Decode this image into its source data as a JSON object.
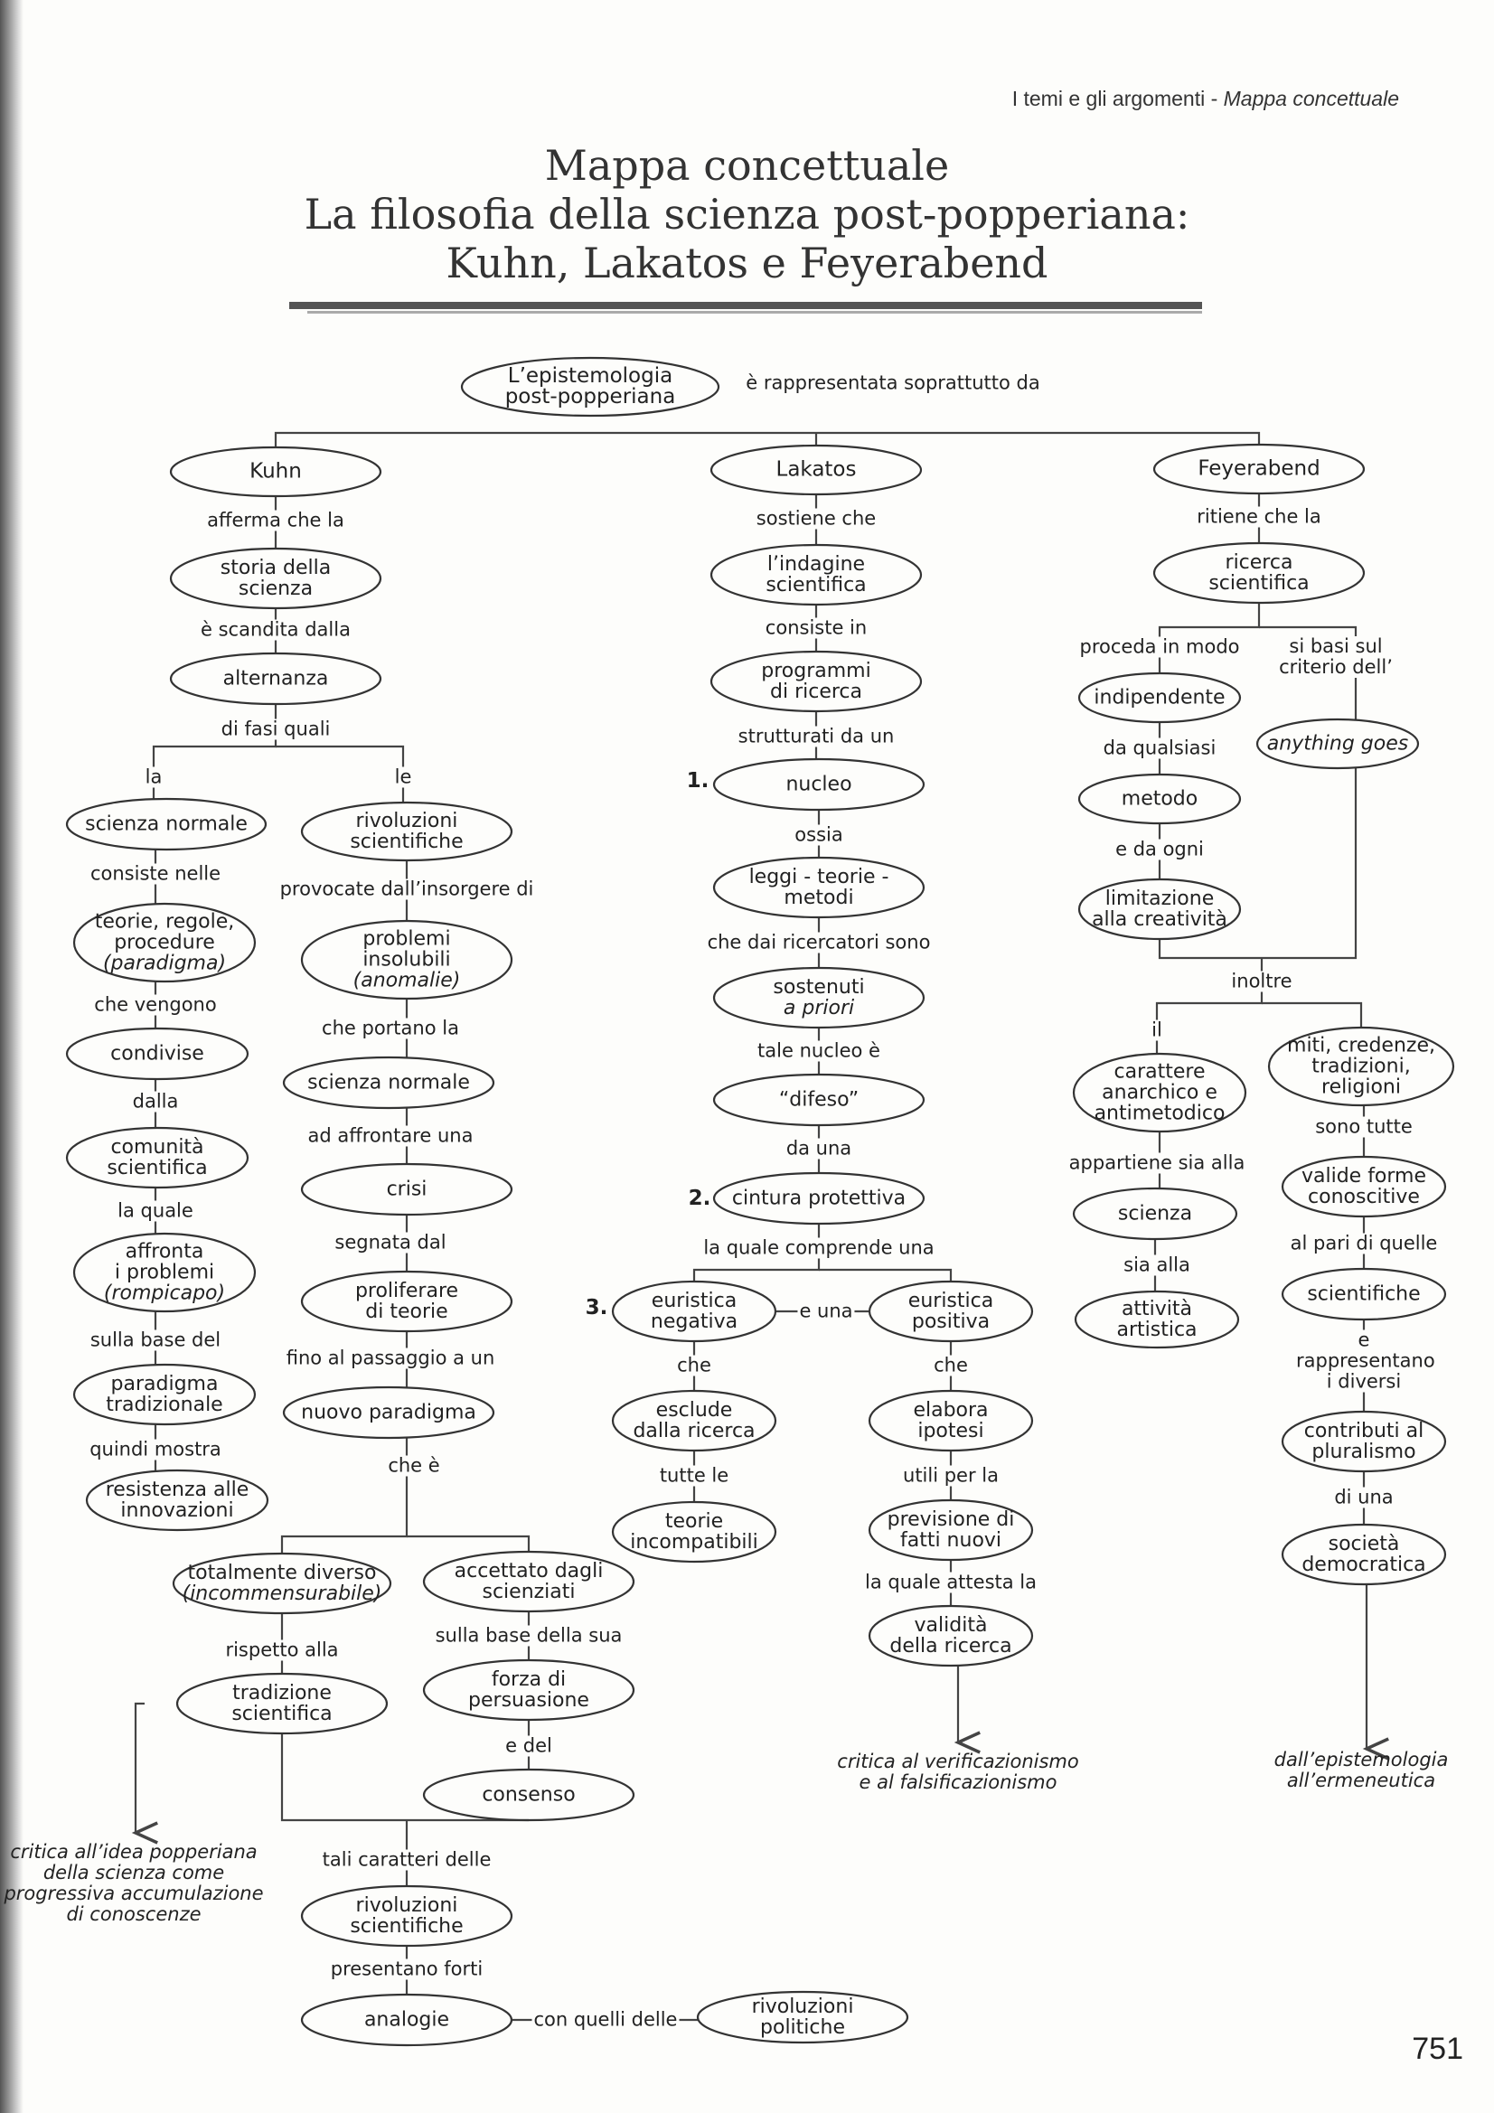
{
  "header": {
    "prefix": "I temi e gli argomenti - ",
    "section": "Mappa concettuale"
  },
  "title": {
    "line1": "Mappa concettuale",
    "line2": "La filosofia della scienza post-popperiana:",
    "line3": "Kuhn, Lakatos e Feyerabend"
  },
  "page_number": "751",
  "nodes": {
    "root": [
      "L’epistemologia",
      "post-popperiana"
    ],
    "kuhn": [
      "Kuhn"
    ],
    "lakatos": [
      "Lakatos"
    ],
    "feyerabend": [
      "Feyerabend"
    ],
    "storia": [
      "storia della",
      "scienza"
    ],
    "alternanza": [
      "alternanza"
    ],
    "scienza_normale": [
      "scienza normale"
    ],
    "rivoluzioni": [
      "rivoluzioni",
      "scientifiche"
    ],
    "teorie_regole": [
      "teorie, regole,",
      "procedure",
      "(paradigma)"
    ],
    "condivise": [
      "condivise"
    ],
    "comunita": [
      "comunità",
      "scientifica"
    ],
    "affronta": [
      "affronta",
      "i problemi",
      "(rompicapo)"
    ],
    "paradigma_trad": [
      "paradigma",
      "tradizionale"
    ],
    "resistenza": [
      "resistenza alle",
      "innovazioni"
    ],
    "problemi": [
      "problemi",
      "insolubili",
      "(anomalie)"
    ],
    "scienza_normale2": [
      "scienza normale"
    ],
    "crisi": [
      "crisi"
    ],
    "proliferare": [
      "proliferare",
      "di teorie"
    ],
    "nuovo_paradigma": [
      "nuovo paradigma"
    ],
    "totalmente": [
      "totalmente diverso",
      "(incommensurabile)"
    ],
    "accettato": [
      "accettato dagli",
      "scienziati"
    ],
    "tradizione": [
      "tradizione",
      "scientifica"
    ],
    "forza": [
      "forza di",
      "persuasione"
    ],
    "consenso": [
      "consenso"
    ],
    "rivoluzioni2": [
      "rivoluzioni",
      "scientifiche"
    ],
    "analogie": [
      "analogie"
    ],
    "rivoluzioni_pol": [
      "rivoluzioni",
      "politiche"
    ],
    "indagine": [
      "l’indagine",
      "scientifica"
    ],
    "programmi": [
      "programmi",
      "di ricerca"
    ],
    "nucleo": [
      "nucleo"
    ],
    "leggi": [
      "leggi - teorie -",
      "metodi"
    ],
    "sostenuti": [
      "sostenuti",
      "a priori"
    ],
    "difeso": [
      "“difeso”"
    ],
    "cintura": [
      "cintura protettiva"
    ],
    "euristica_neg": [
      "euristica",
      "negativa"
    ],
    "euristica_pos": [
      "euristica",
      "positiva"
    ],
    "esclude": [
      "esclude",
      "dalla ricerca"
    ],
    "teorie_inc": [
      "teorie",
      "incompatibili"
    ],
    "elabora": [
      "elabora",
      "ipotesi"
    ],
    "previsione": [
      "previsione di",
      "fatti nuovi"
    ],
    "validita": [
      "validità",
      "della ricerca"
    ],
    "ricerca_sci": [
      "ricerca",
      "scientifica"
    ],
    "indipendente": [
      "indipendente"
    ],
    "anything": [
      "anything goes"
    ],
    "metodo": [
      "metodo"
    ],
    "limitazione": [
      "limitazione",
      "alla creatività"
    ],
    "carattere": [
      "carattere",
      "anarchico e",
      "antimetodico"
    ],
    "miti": [
      "miti, credenze,",
      "tradizioni,",
      "religioni"
    ],
    "scienza_f": [
      "scienza"
    ],
    "attivita": [
      "attività",
      "artistica"
    ],
    "valide": [
      "valide forme",
      "conoscitive"
    ],
    "scientifiche_f": [
      "scientifiche"
    ],
    "contributi": [
      "contributi al",
      "pluralismo"
    ],
    "societa": [
      "società",
      "democratica"
    ]
  },
  "labels": {
    "root_rel": "è rappresentata soprattutto da",
    "kuhn_1": "afferma che la",
    "kuhn_2": "è scandita dalla",
    "kuhn_3": "di fasi quali",
    "kuhn_la": "la",
    "kuhn_le": "le",
    "kuhn_4": "consiste nelle",
    "kuhn_5": "che vengono",
    "kuhn_6": "dalla",
    "kuhn_7": "la quale",
    "kuhn_8": "sulla base del",
    "kuhn_9": "quindi mostra",
    "kuhn_10": "provocate dall’insorgere di",
    "kuhn_11": "che portano la",
    "kuhn_12": "ad affrontare una",
    "kuhn_13": "segnata dal",
    "kuhn_14": "fino al passaggio a un",
    "kuhn_15": "che è",
    "kuhn_16": "rispetto alla",
    "kuhn_17": "sulla base della sua",
    "kuhn_18": "e del",
    "kuhn_19": "tali caratteri delle",
    "kuhn_20": "presentano forti",
    "kuhn_21": "con quelli delle",
    "lak_1": "sostiene che",
    "lak_2": "consiste in",
    "lak_3": "strutturati da un",
    "lak_4": "ossia",
    "lak_5": "che dai ricercatori sono",
    "lak_6": "tale nucleo è",
    "lak_7": "da una",
    "lak_8": "la quale comprende una",
    "lak_9": "e una",
    "lak_10": "che",
    "lak_11": "tutte le",
    "lak_12": "che",
    "lak_13": "utili per la",
    "lak_14": "la quale attesta la",
    "fey_1": "ritiene che la",
    "fey_2": "proceda in modo",
    "fey_3": "si basi sul criterio dell’",
    "fey_4": "da qualsiasi",
    "fey_5": "e da ogni",
    "fey_6": "inoltre",
    "fey_7": "il",
    "fey_8": "appartiene sia alla",
    "fey_9": "sia alla",
    "fey_10": "sono tutte",
    "fey_11": "al pari di quelle",
    "fey_12": "e rappresentano i diversi",
    "fey_13": "di una"
  },
  "numbers": {
    "n1": "1.",
    "n2": "2.",
    "n3": "3."
  },
  "conclusions": {
    "kuhn": [
      "critica all’idea popperiana",
      "della scienza come",
      "progressiva accumulazione",
      "di conoscenze"
    ],
    "lakatos": [
      "critica al verificazionismo",
      "e al falsificazionismo"
    ],
    "feyerabend": [
      "dall’epistemologia",
      "all’ermeneutica"
    ]
  }
}
